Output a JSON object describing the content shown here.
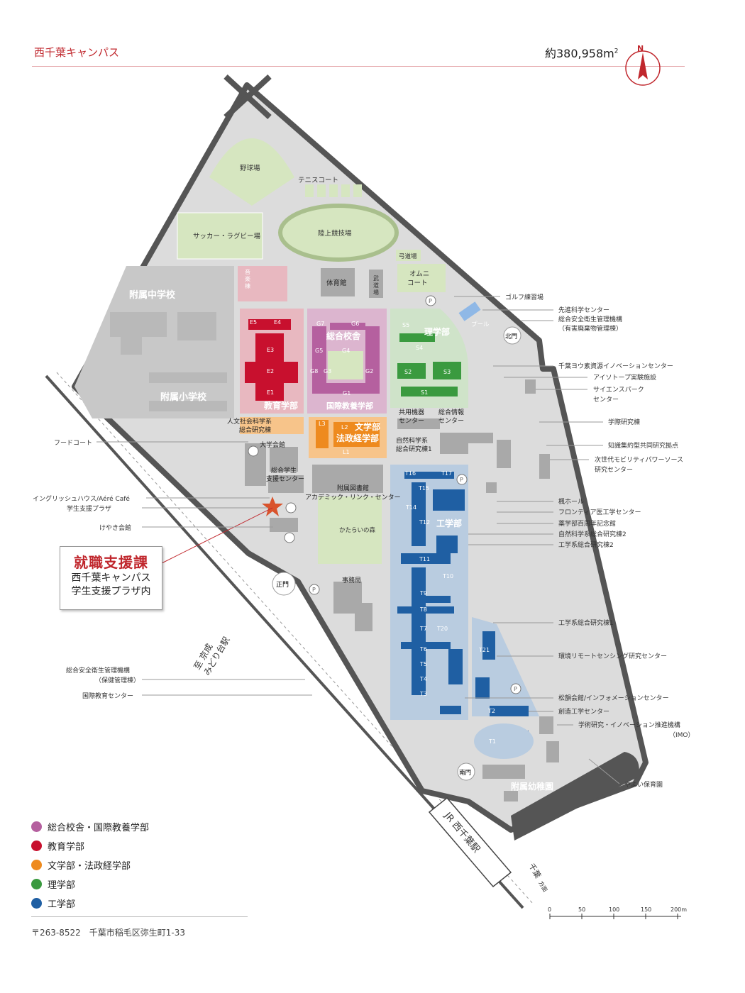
{
  "header": {
    "title": "西千葉キャンパス",
    "area": "約380,958m",
    "area_sup": "2",
    "compass_letter": "N"
  },
  "fields": {
    "baseball": "野球場",
    "tennis": "テニスコート",
    "soccer": "サッカー・ラグビー場",
    "track": "陸上競技場",
    "archery": "弓道場",
    "omni1": "オムニ",
    "omni2": "コート",
    "music1": "音",
    "music2": "楽",
    "music3": "棟",
    "gym": "体育館",
    "budo1": "武",
    "budo2": "道",
    "budo3": "場",
    "pool": "プール",
    "jhs": "附属中学校",
    "es": "附属小学校",
    "forest": "かたらいの森",
    "kindergarten": "附属幼稚園"
  },
  "zones": {
    "education": "教育学部",
    "general1": "総合校舎",
    "general2": "国際教養学部",
    "science": "理学部",
    "letters1": "文学部",
    "letters2": "法政経学部",
    "engineering": "工学部"
  },
  "buildings": {
    "E": [
      "E5",
      "E4",
      "E3",
      "E2",
      "E1"
    ],
    "G": [
      "G7",
      "G6",
      "G5",
      "G4",
      "G8",
      "G3",
      "G2",
      "G1"
    ],
    "S": [
      "S5",
      "S4",
      "S2",
      "S3",
      "S1"
    ],
    "L": [
      "L3",
      "L2",
      "L1"
    ],
    "T": [
      "T16",
      "T17",
      "T15",
      "T14",
      "T12",
      "T11",
      "T10",
      "T9",
      "T8",
      "T7",
      "T20",
      "T6",
      "T21",
      "T5",
      "T4",
      "T3",
      "T2",
      "T1"
    ],
    "humanities1": "人文社会科学系",
    "humanities2": "総合研究棟",
    "university_hall": "大学会館",
    "student_center1": "総合学生",
    "student_center2": "支援センター",
    "library1": "附属図書館",
    "library2": "アカデミック・リンク・センター",
    "shared1": "共用機器",
    "shared2": "センター",
    "info1": "総合情報",
    "info2": "センター",
    "natsci1": "自然科学系",
    "natsci2": "総合研究棟1",
    "office": "事務局",
    "main_gate": "正門",
    "north_gate": "北門",
    "south_gate": "南門",
    "parking": "P"
  },
  "left_labels": {
    "food_court": "フードコート",
    "english_house": "イングリッシュハウス/Aéré Café",
    "plaza": "学生支援プラザ",
    "keyaki": "けやき会館",
    "health1": "総合安全衛生管理機構",
    "health2": "（保健管理棟）",
    "international": "国際教育センター"
  },
  "right_labels": {
    "golf": "ゴルフ練習場",
    "advanced": "先進科学センター",
    "safety1": "総合安全衛生管理機構",
    "safety2": "（有害廃棄物管理棟）",
    "iodine": "千葉ヨウ素資源イノベーションセンター",
    "isotope": "アイソトープ実験施設",
    "sciencepark1": "サイエンスパーク",
    "sciencepark2": "センター",
    "interdisciplinary": "学際研究棟",
    "knowledge": "知識集約型共同研究拠点",
    "mobility1": "次世代モビリティパワーソース",
    "mobility2": "研究センター",
    "kaede": "楓ホール",
    "frontier": "フロンティア医工学センター",
    "pharma": "薬学部百周年記念館",
    "natsci2": "自然科学系総合研究棟2",
    "eng2": "工学系総合研究棟2",
    "eng1": "工学系総合研究棟1",
    "remote": "環境リモートセンシング研究センター",
    "shoin": "松韻会館/インフォメーションセンター",
    "sozo": "創造工学センター",
    "imo1": "学術研究・イノベーション推進機構",
    "imo2": "（IMO）",
    "yayoi": "やよい保育園"
  },
  "rail": {
    "keisei1": "至 京成",
    "keisei2": "みどり台駅",
    "jr": "JR 西千葉駅",
    "chiba1": "千葉",
    "chiba2": "方面"
  },
  "callout": {
    "title": "就職支援課",
    "line1": "西千葉キャンパス",
    "line2": "学生支援プラザ内"
  },
  "legend": [
    {
      "label": "総合校舎・国際教養学部",
      "color": "#b5609f"
    },
    {
      "label": "教育学部",
      "color": "#c8102e"
    },
    {
      "label": "文学部・法政経学部",
      "color": "#ee8a1e"
    },
    {
      "label": "理学部",
      "color": "#3a9a3f"
    },
    {
      "label": "工学部",
      "color": "#1f5fa3"
    }
  ],
  "address": "〒263-8522　千葉市稲毛区弥生町1-33",
  "scale": {
    "ticks": [
      "0",
      "50",
      "100",
      "150",
      "200m"
    ]
  },
  "colors": {
    "campus": "#d8d8d8",
    "field": "#d6e6c0",
    "road": "#ffffff",
    "edu": "#c8102e",
    "gen": "#b5609f",
    "sci": "#3a9a3f",
    "let": "#ee8a1e",
    "eng": "#1f5fa3",
    "accent": "#c0272d"
  }
}
